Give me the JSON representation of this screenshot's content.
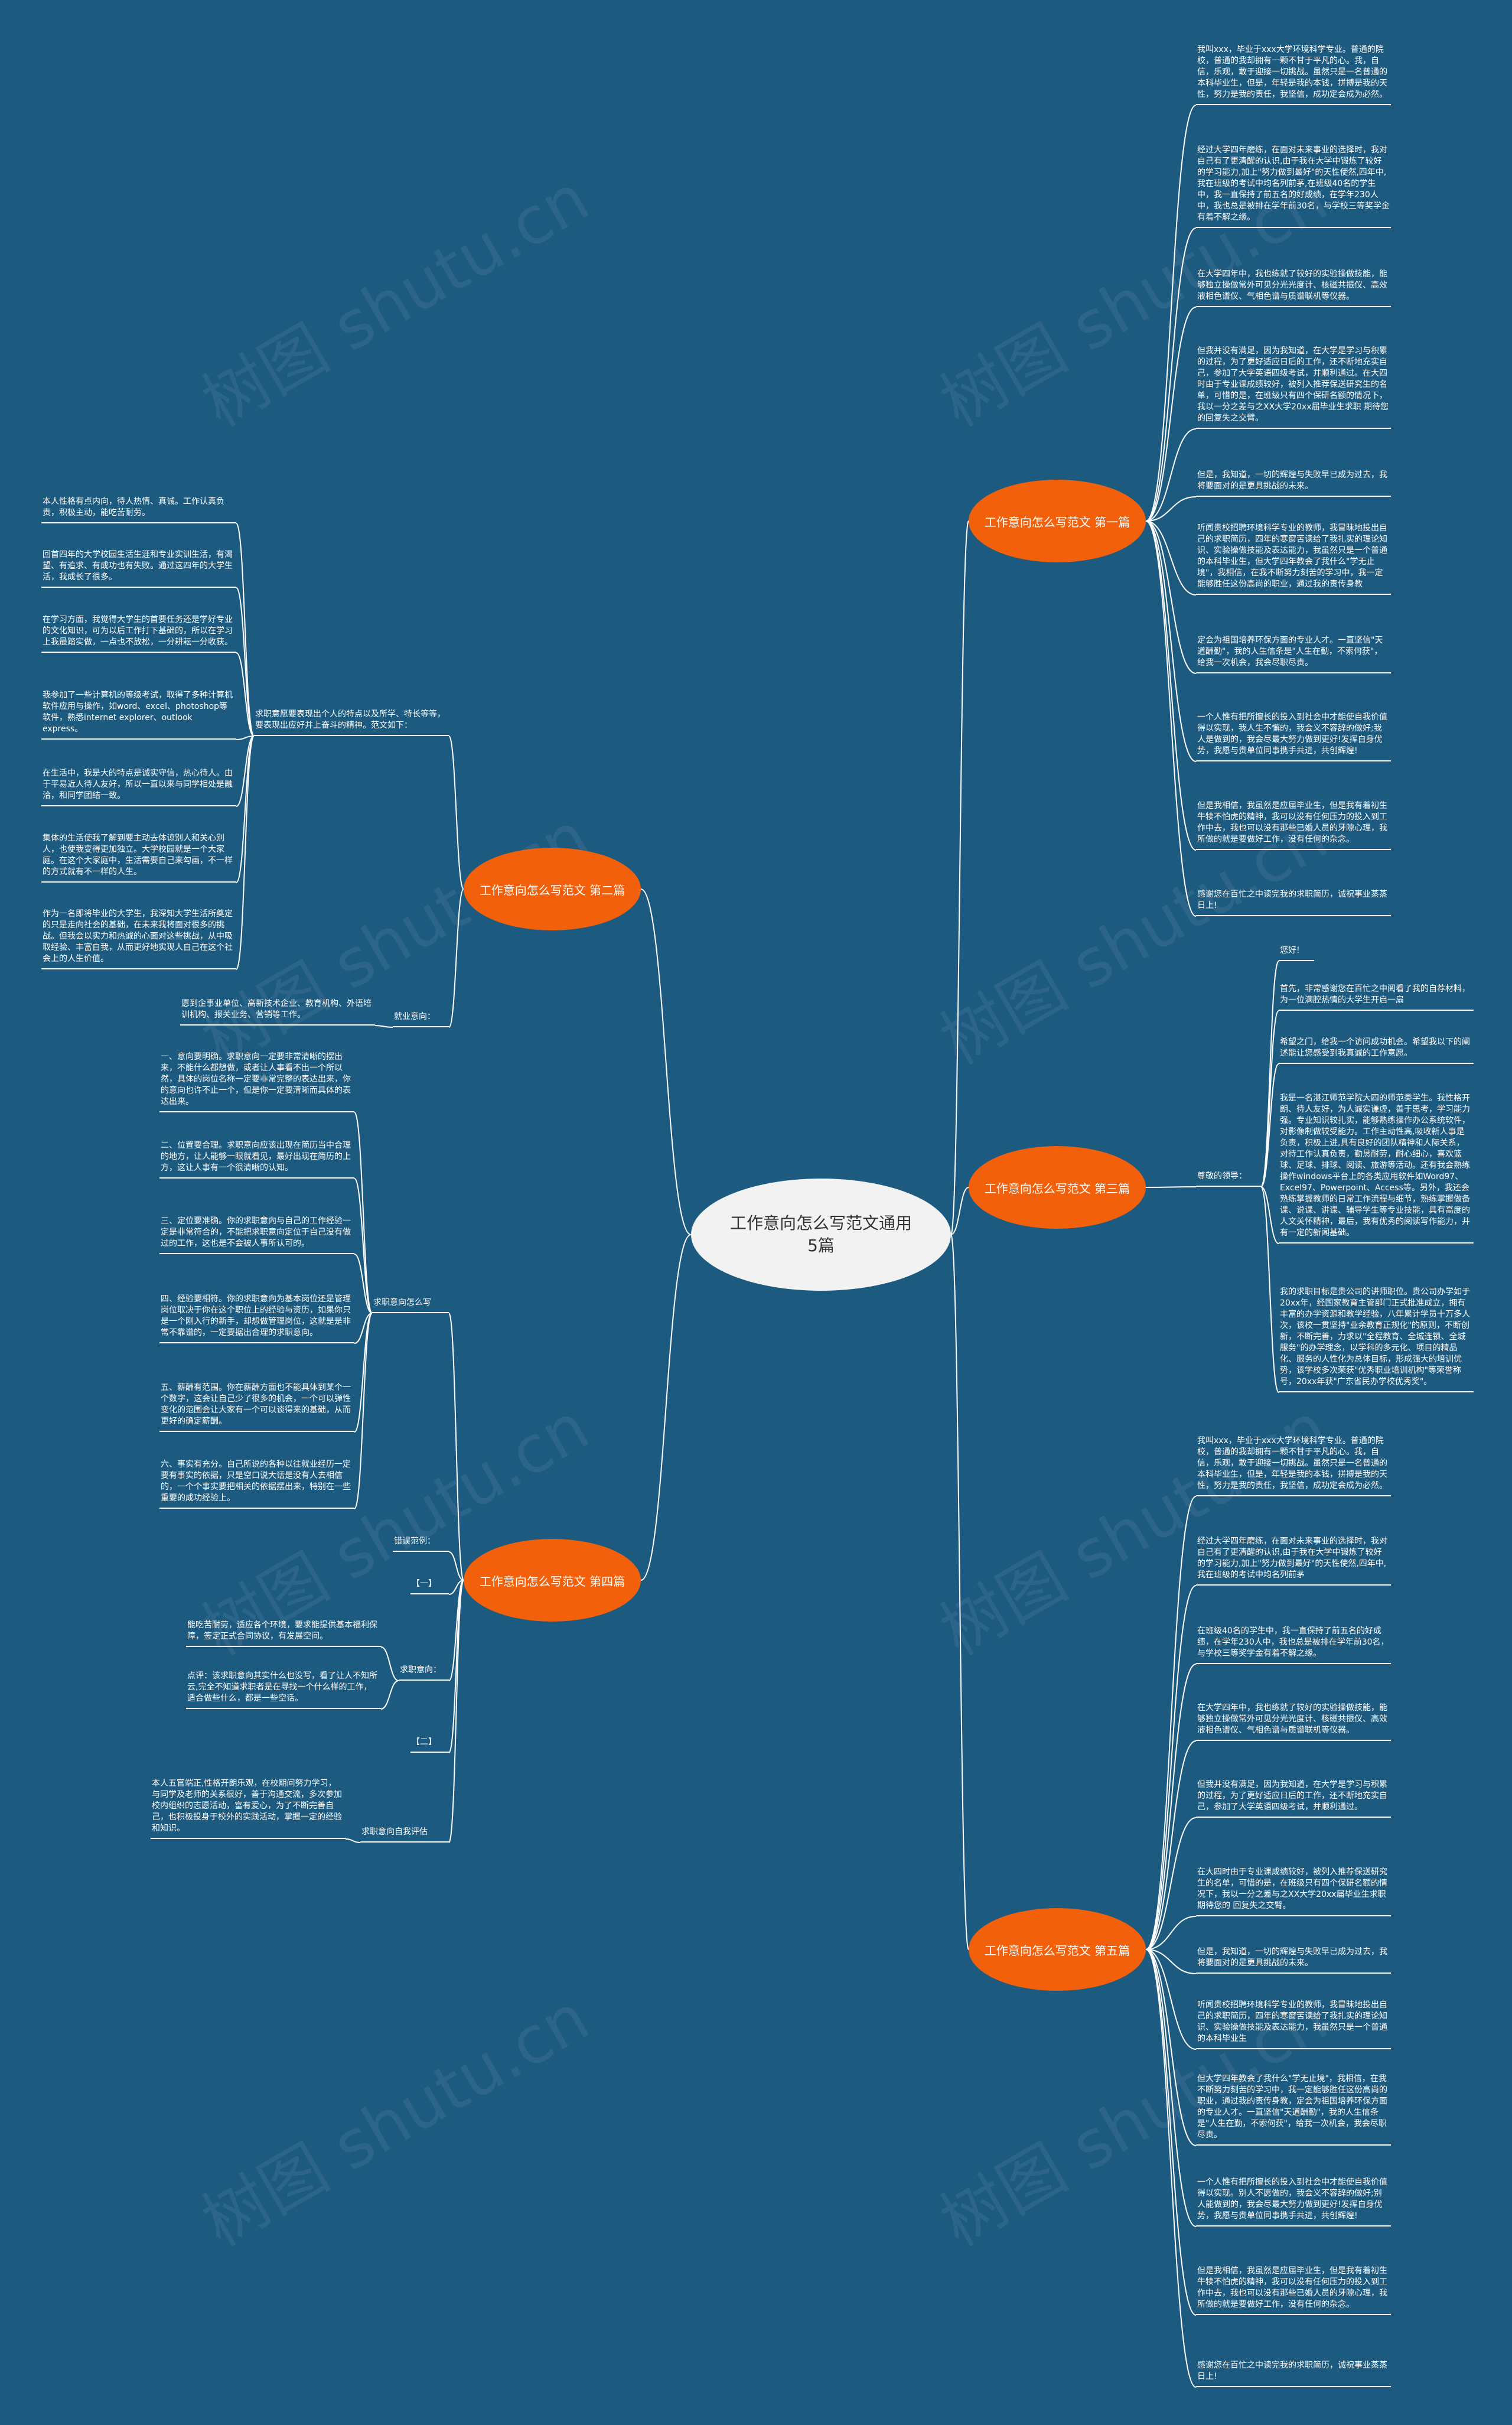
{
  "center": "工作意向怎么写范文通用5篇",
  "watermark": "树图 shutu.cn",
  "colors": {
    "background": "#1d5a80",
    "branch": "#f2600c",
    "center": "#f2f2f2",
    "lines": "#ffffff"
  },
  "branches": [
    {
      "title": "工作意向怎么写范文 第一篇",
      "leaves": [
        "我叫xxx，毕业于xxx大学环境科学专业。普通的院校，普通的我却拥有一颗不甘于平凡的心。我，自信，乐观，敢于迎接一切挑战。虽然只是一名普通的本科毕业生，但是，年轻是我的本钱，拼搏是我的天性，努力是我的责任，我坚信，成功定会成为必然。",
        "经过大学四年磨练，在面对未来事业的选择时，我对自己有了更清醒的认识,由于我在大学中锻炼了较好的学习能力,加上\"努力做到最好\"的天性使然,四年中,我在班级的考试中均名列前茅,在班级40名的学生中，我一直保持了前五名的好成绩，在学年230人中，我也总是被排在学年前30名，与学校三等奖学金有着不解之缘。",
        "在大学四年中，我也练就了较好的实验操做技能，能够独立操做常外可见分光光度计、核磁共振仪、高效液相色谱仪、气相色谱与质谱联机等仪器。",
        "但我并没有满足，因为我知道，在大学是学习与积累的过程，为了更好适应日后的工作，还不断地充实自己，参加了大学英语四级考试，并顺利通过。在大四时由于专业课成绩较好，被列入推荐保送研究生的名单，可惜的是，在班级只有四个保研名额的情况下，我以一分之差与之XX大学20xx届毕业生求职 期待您的回复失之交臂。",
        "但是，我知道，一切的辉煌与失败早已成为过去，我将要面对的是更具挑战的未来。",
        "听闻贵校招聘环境科学专业的教师，我冒昧地投出自己的求职简历，四年的寒窗苦读给了我扎实的理论知识、实验操做技能及表达能力，我虽然只是一个普通的本科毕业生，但大学四年教会了我什么\"学无止境\"，我相信，在我不断努力刻苦的学习中，我一定能够胜任这份高尚的职业，通过我的责传身教",
        "定会为祖国培养环保方面的专业人才。一直坚信\"天道酬勤\"，我的人生信条是\"人生在勤，不索何获\"，给我一次机会，我会尽职尽责。",
        "一个人惟有把所擅长的投入到社会中才能使自我价值得以实现，我人生不懈的，我会义不容辞的做好;我人是做到的，我会尽最大努力做到更好!发挥自身优势，我愿与贵单位同事携手共进，共创辉煌!",
        "但是我相信，我虽然是应届毕业生，但是我有着初生牛犊不怕虎的精神，我可以没有任何压力的投入到工作中去，我也可以没有那些已婚人员的牙隙心理，我所做的就是要做好工作，没有任何的杂念。",
        "感谢您在百忙之中读完我的求职简历，诚祝事业蒸蒸日上!"
      ]
    },
    {
      "title": "工作意向怎么写范文 第二篇",
      "intro": "求职意愿要表现出个人的特点以及所学、特长等等，要表现出应好并上奋斗的精神。范文如下：",
      "intent_label": "就业意向：",
      "intent_text": "愿到企事业单位、高新技术企业、教育机构、外语培训机构、报关业务、营销等工作。",
      "leaves": [
        "本人性格有点内向，待人热情、真诚。工作认真负责，积极主动，能吃苦耐劳。",
        "回首四年的大学校园生活生涯和专业实训生活，有渴望、有追求、有成功也有失败。通过这四年的大学生活，我成长了很多。",
        "在学习方面，我觉得大学生的首要任务还是学好专业的文化知识，可为以后工作打下基础的，所以在学习上我最踏实做，一点也不放松，一分耕耘一分收获。",
        "我参加了一些计算机的等级考试，取得了多种计算机软件应用与操作，如word、excel、photoshop等软件，熟悉internet explorer、outlook express。",
        "在生活中，我是大的特点是诚实守信，热心待人。由于平易近人待人友好，所以一直以来与同学相处是融洽，和同学团结一致。",
        "集体的生活使我了解到要主动去体谅别人和关心别人，也使我变得更加独立。大学校园就是一个大家庭。在这个大家庭中，生活需要自己来勾画，不一样的方式就有不一样的人生。",
        "作为一名即将毕业的大学生，我深知大学生活所奠定的只是走向社会的基础，在未来我将面对很多的挑战。但我会以实力和热诚的心面对这些挑战，从中吸取经验、丰富自我，从而更好地实现人自己在这个社会上的人生价值。"
      ]
    },
    {
      "title": "工作意向怎么写范文 第三篇",
      "label": "尊敬的领导：",
      "leaves": [
        "您好!",
        "首先，非常感谢您在百忙之中阅看了我的自荐材料，为一位满腔热情的大学生开启一扇",
        "希望之门，给我一个访问成功机会。希望我以下的阐述能让您感受到我真诚的工作意愿。",
        "我是一名湛江师范学院大四的师范类学生。我性格开朗、待人友好，为人诚实谦虚，善于思考，学习能力强。专业知识较扎实，能够熟练操作办公系统软件，对影像制做较受能力。工作主动性高,吸收新人事是负责，积极上进,具有良好的团队精神和人际关系，对待工作认真负责，勤恳耐劳，耐心细心，喜欢篮球、足球、排球、阅读、旅游等活动。还有我会熟练操作windows平台上的各类应用软件如Word97、Excel97、Powerpoint、Access等。另外，我还会熟练掌握教师的日常工作流程与细节，熟练掌握做备课、说课、讲课、辅导学生等专业技能，具有高度的人文关怀精神，最后，我有优秀的阅读写作能力，并有一定的新闻基础。",
        "我的求职目标是贵公司的讲师职位。贵公司办学如于20xx年，经国家教育主管部门正式批准成立，拥有丰富的办学资源和教学经验，八年累计学员十万多人次，该校一贯坚持\"业余教育正规化\"的原则，不断创新，不断完善，力求以\"全程教育、全城连锁、全城服务\"的办学理念，以学科的多元化、项目的精品化、服务的人性化为总体目标，形成强大的培训优势，该学校多次荣获\"优秀职业培训机构\"等荣誉称号，20xx年获\"广东省民办学校优秀奖\"。"
      ]
    },
    {
      "title": "工作意向怎么写范文 第四篇",
      "section_label": "求职意向怎么写",
      "example_label": "错误范例：",
      "mark_one": "【一】",
      "intent_label": "求职意向：",
      "mark_two": "【二】",
      "self_eval_label": "求职意向自我评估",
      "self_eval_text": "本人五官端正,性格开朗乐观，在校期间努力学习，与同学及老师的关系很好，善于沟通交流，多次参加校内组织的志愿活动，富有爱心，为了不断完善自己，也积极投身于校外的实践活动，掌握一定的经验和知识。",
      "leaves": [
        "一、意向要明确。求职意向一定要非常清晰的摆出来，不能什么都想做，或者让人事看不出一个所以然，具体的岗位名称一定要非常完整的表达出来，你的意向也许不止一个，但是你一定要清晰而具体的表达出来。",
        "二、位置要合理。求职意向应该出现在简历当中合理的地方，让人能够一眼就看见，最好出现在简历的上方，这让人事有一个很清晰的认知。",
        "三、定位要准确。你的求职意向与自己的工作经验一定是非常符合的，不能把求职意向定位于自己没有做过的工作，这也是不会被人事所认可的。",
        "四、经验要相符。你的求职意向为基本岗位还是管理岗位取决于你在这个职位上的经验与资历，如果你只是一个刚入行的新手，却想做管理岗位，这就是是非常不靠谱的，一定要据出合理的求职意向。",
        "五、薪酬有范围。你在薪酬方面也不能具体到某个一个数字，这会让自己少了很多的机会，一个可以弹性变化的范围会让大家有一个可以谈得来的基础，从而更好的确定薪酬。",
        "六、事实有充分。自己所说的各种以往就业经历一定要有事实的依据，只是空口说大话是没有人去相信的，一个个事实要把相关的依据摆出来，特别在一些重要的成功经验上。"
      ],
      "intent_leaves": [
        "能吃苦耐劳，适应各个环境，要求能提供基本福利保障，签定正式合同协议，有发展空间。",
        "点评：该求职意向其实什么也没写，看了让人不知所云,完全不知道求职者是在寻找一个什么样的工作，适合做些什么，都是一些空话。"
      ]
    },
    {
      "title": "工作意向怎么写范文 第五篇",
      "leaves": [
        "我叫xxx，毕业于xxx大学环境科学专业。普通的院校，普通的我却拥有一颗不甘于平凡的心。我，自信，乐观，敢于迎接一切挑战。虽然只是一名普通的本科毕业生，但是，年轻是我的本钱，拼搏是我的天性，努力是我的责任，我坚信，成功定会成为必然。",
        "经过大学四年磨练，在面对未来事业的选择时，我对自己有了更清醒的认识,由于我在大学中锻炼了较好的学习能力,加上\"努力做到最好\"的天性使然,四年中,我在班级的考试中均名列前茅",
        "在班级40名的学生中，我一直保持了前五名的好成绩，在学年230人中，我也总是被排在学年前30名，与学校三等奖学金有着不解之缘。",
        "在大学四年中，我也练就了较好的实验操做技能，能够独立操做常外可见分光光度计、核磁共振仪、高效液相色谱仪、气相色谱与质谱联机等仪器。",
        "但我并没有满足，因为我知道，在大学是学习与积累的过程，为了更好适应日后的工作，还不断地充实自己，参加了大学英语四级考试，并顺利通过。",
        "在大四时由于专业课成绩较好，被列入推荐保送研究生的名单，可惜的是，在班级只有四个保研名额的情况下，我以一分之差与之XX大学20xx届毕业生求职 期待您的 回复失之交臂。",
        "但是，我知道，一切的辉煌与失败早已成为过去，我将要面对的是更具挑战的未来。",
        "听闻贵校招聘环境科学专业的教师，我冒昧地投出自己的求职简历，四年的寒窗苦读给了我扎实的理论知识、实验操做技能及表达能力，我虽然只是一个普通的本科毕业生",
        "但大学四年教会了我什么\"学无止境\"，我相信，在我不断努力刻苦的学习中，我一定能够胜任这份高尚的职业，通过我的责传身教，定会为祖国培养环保方面的专业人才。一直坚信\"天道酬勤\"，我的人生信条是\"人生在勤，不索何获\"，给我一次机会，我会尽职尽责。",
        "一个人惟有把所擅长的投入到社会中才能使自我价值得以实现。别人不愿做的，我会义不容辞的做好;别人能做到的，我会尽最大努力做到更好!发挥自身优势，我愿与贵单位同事携手共进，共创辉煌!",
        "但是我相信，我虽然是应届毕业生，但是我有着初生牛犊不怕虎的精神，我可以没有任何压力的投入到工作中去，我也可以没有那些已婚人员的牙隙心理，我所做的就是要做好工作，没有任何的杂念。",
        "感谢您在百忙之中读完我的求职简历，诚祝事业蒸蒸日上!"
      ]
    }
  ]
}
